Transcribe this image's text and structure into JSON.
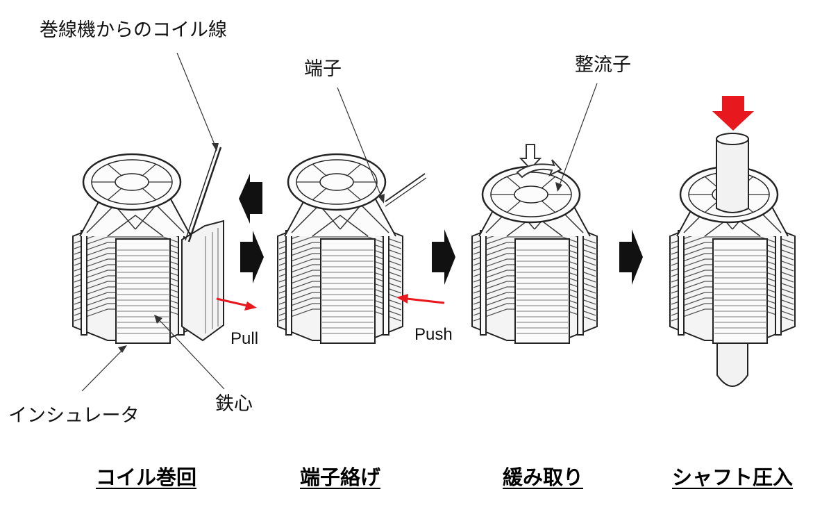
{
  "callouts": {
    "coil_wire": "巻線機からのコイル線",
    "terminal": "端子",
    "commutator": "整流子",
    "insulator": "インシュレータ",
    "iron_core": "鉄心"
  },
  "actions": {
    "pull": "Pull",
    "push": "Push"
  },
  "steps": [
    {
      "label": "コイル巻回"
    },
    {
      "label": "端子絡げ"
    },
    {
      "label": "緩み取り"
    },
    {
      "label": "シャフト圧入"
    }
  ],
  "colors": {
    "press_arrow": "#e8191e",
    "flow_arrow": "#000000",
    "line_art": "#222222"
  }
}
